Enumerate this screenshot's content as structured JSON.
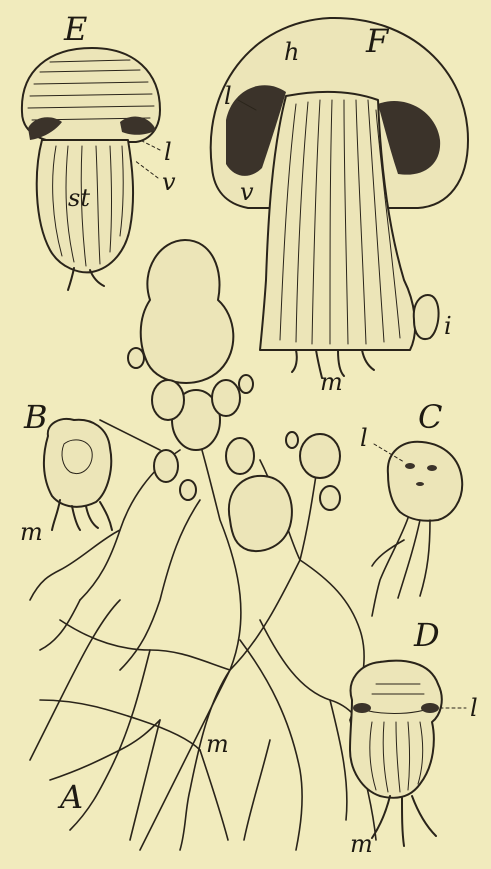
{
  "colors": {
    "paper": "#f1ebbd",
    "ink": "#2a241a"
  },
  "figures": {
    "A": {
      "letter": "A",
      "labels": {
        "mycelium": "m"
      }
    },
    "B": {
      "letter": "B",
      "labels": {
        "mycelium": "m"
      }
    },
    "C": {
      "letter": "C",
      "labels": {
        "gills": "l"
      }
    },
    "D": {
      "letter": "D",
      "labels": {
        "gills": "l",
        "mycelium": "m"
      }
    },
    "E": {
      "letter": "E",
      "labels": {
        "gills": "l",
        "veil": "v",
        "stem": "st"
      }
    },
    "F": {
      "letter": "F",
      "labels": {
        "cap": "h",
        "gills": "l",
        "veil": "v",
        "ring": "i",
        "mycelium": "m"
      }
    }
  }
}
